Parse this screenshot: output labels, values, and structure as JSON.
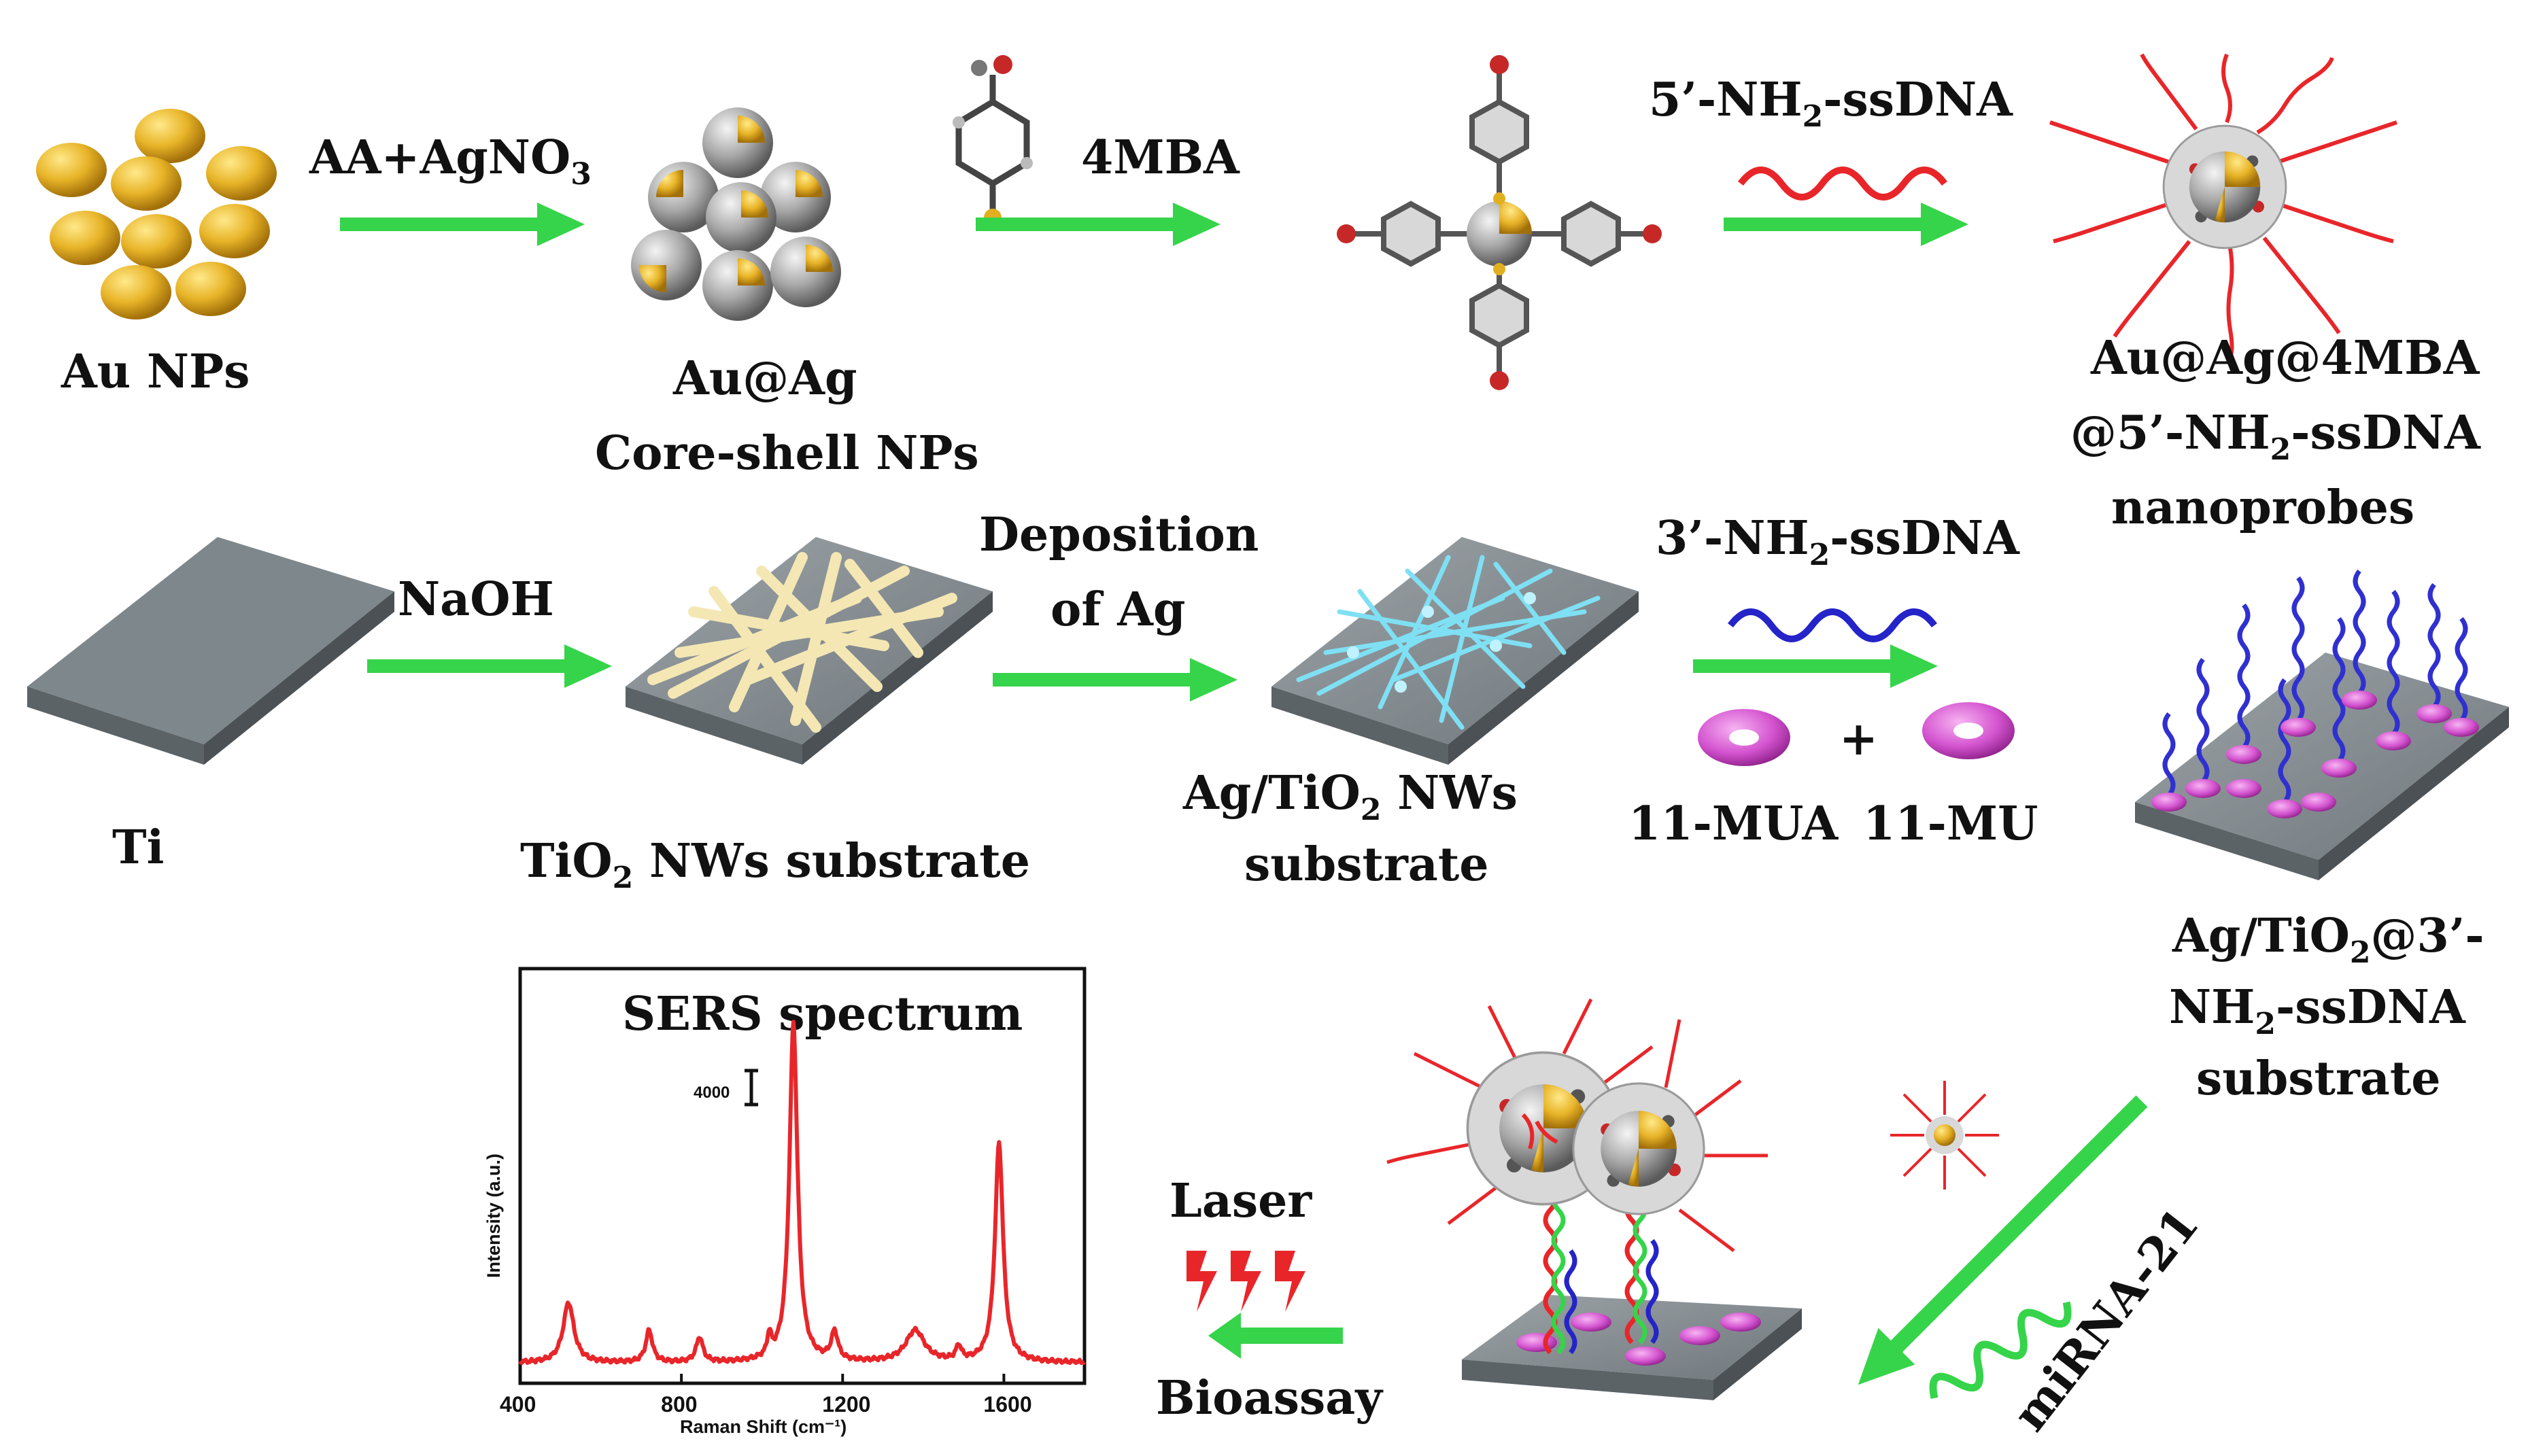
{
  "labels": {
    "au_nps": "Au NPs",
    "aa_agno3_main": "AA+AgNO",
    "aa_agno3_sub": "3",
    "auag_line1": "Au@Ag",
    "auag_line2": "Core-shell NPs",
    "mba": "4MBA",
    "nh2_5": "5’-NH",
    "nh2_sub": "2",
    "ssdna_5": "-ssDNA",
    "probe_line1": "Au@Ag@4MBA",
    "probe_line2_a": "@5’-NH",
    "probe_line2_b": "-ssDNA",
    "probe_line3": "nanoprobes",
    "ti": "Ti",
    "naoh": "NaOH",
    "tio2_sub_a": "TiO",
    "tio2_sub_b": " NWs substrate",
    "dep1": "Deposition",
    "dep2": "of Ag",
    "agtio2_a": "Ag/TiO",
    "agtio2_b": " NWs",
    "agtio2_c": "substrate",
    "nh2_3": "3’-NH",
    "ssdna_3": "-ssDNA",
    "mua": "11-MUA",
    "plus": "+",
    "mu": "11-MU",
    "final_a": "Ag/TiO",
    "final_b": "@3’-",
    "final_c": "NH",
    "final_d": "-ssDNA",
    "final_e": "substrate",
    "mirna": "miRNA-21",
    "laser": "Laser",
    "bioassay": "Bioassay"
  },
  "chart_data": {
    "type": "line",
    "title": "SERS spectrum",
    "xlabel": "Raman Shift (cm⁻¹)",
    "ylabel": "Intensity (a.u.)",
    "scale_bar": "4000",
    "xlim": [
      400,
      1800
    ],
    "ylim": [
      0,
      100
    ],
    "xticks": [
      "400",
      "800",
      "1200",
      "1600"
    ],
    "color": "#e8262a",
    "peaks": [
      {
        "x": 520,
        "height": 17,
        "width": 16
      },
      {
        "x": 720,
        "height": 9,
        "width": 10
      },
      {
        "x": 845,
        "height": 7,
        "width": 10
      },
      {
        "x": 1018,
        "height": 6,
        "width": 6
      },
      {
        "x": 1078,
        "height": 96,
        "width": 12
      },
      {
        "x": 1180,
        "height": 8,
        "width": 10
      },
      {
        "x": 1380,
        "height": 9,
        "width": 28
      },
      {
        "x": 1488,
        "height": 4,
        "width": 8
      },
      {
        "x": 1588,
        "height": 62,
        "width": 12
      }
    ]
  }
}
